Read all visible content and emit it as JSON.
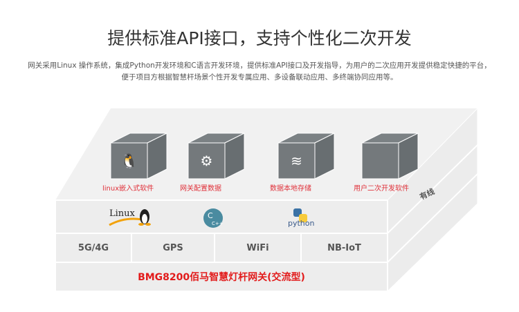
{
  "header": {
    "title": "提供标准API接口，支持个性化二次开发",
    "desc_line1": "网关采用Linux 操作系统，集成Python开发环境和C语言开发环境，提供标准API接口及开发指导，为用户的二次应用开发提供稳定快捷的平台，",
    "desc_line2": "便于项目方根据智慧杆场景个性开发专属应用、多设备联动应用、多终端协同应用等。"
  },
  "cubes": [
    {
      "label": "linux嵌入式软件",
      "icon": "linux-penguin-icon"
    },
    {
      "label": "网关配置数据",
      "icon": "gear-database-icon"
    },
    {
      "label": "数据本地存储",
      "icon": "database-icon"
    },
    {
      "label": "用户二次开发软件",
      "icon": "code-window-icon"
    }
  ],
  "side_label": "有线",
  "logos": {
    "linux": "Linux",
    "c": "C",
    "cpp": "C++",
    "python": "python"
  },
  "comm": [
    "5G/4G",
    "GPS",
    "WiFi",
    "NB-IoT"
  ],
  "product": "BMG8200佰马智慧灯杆网关(交流型)"
}
